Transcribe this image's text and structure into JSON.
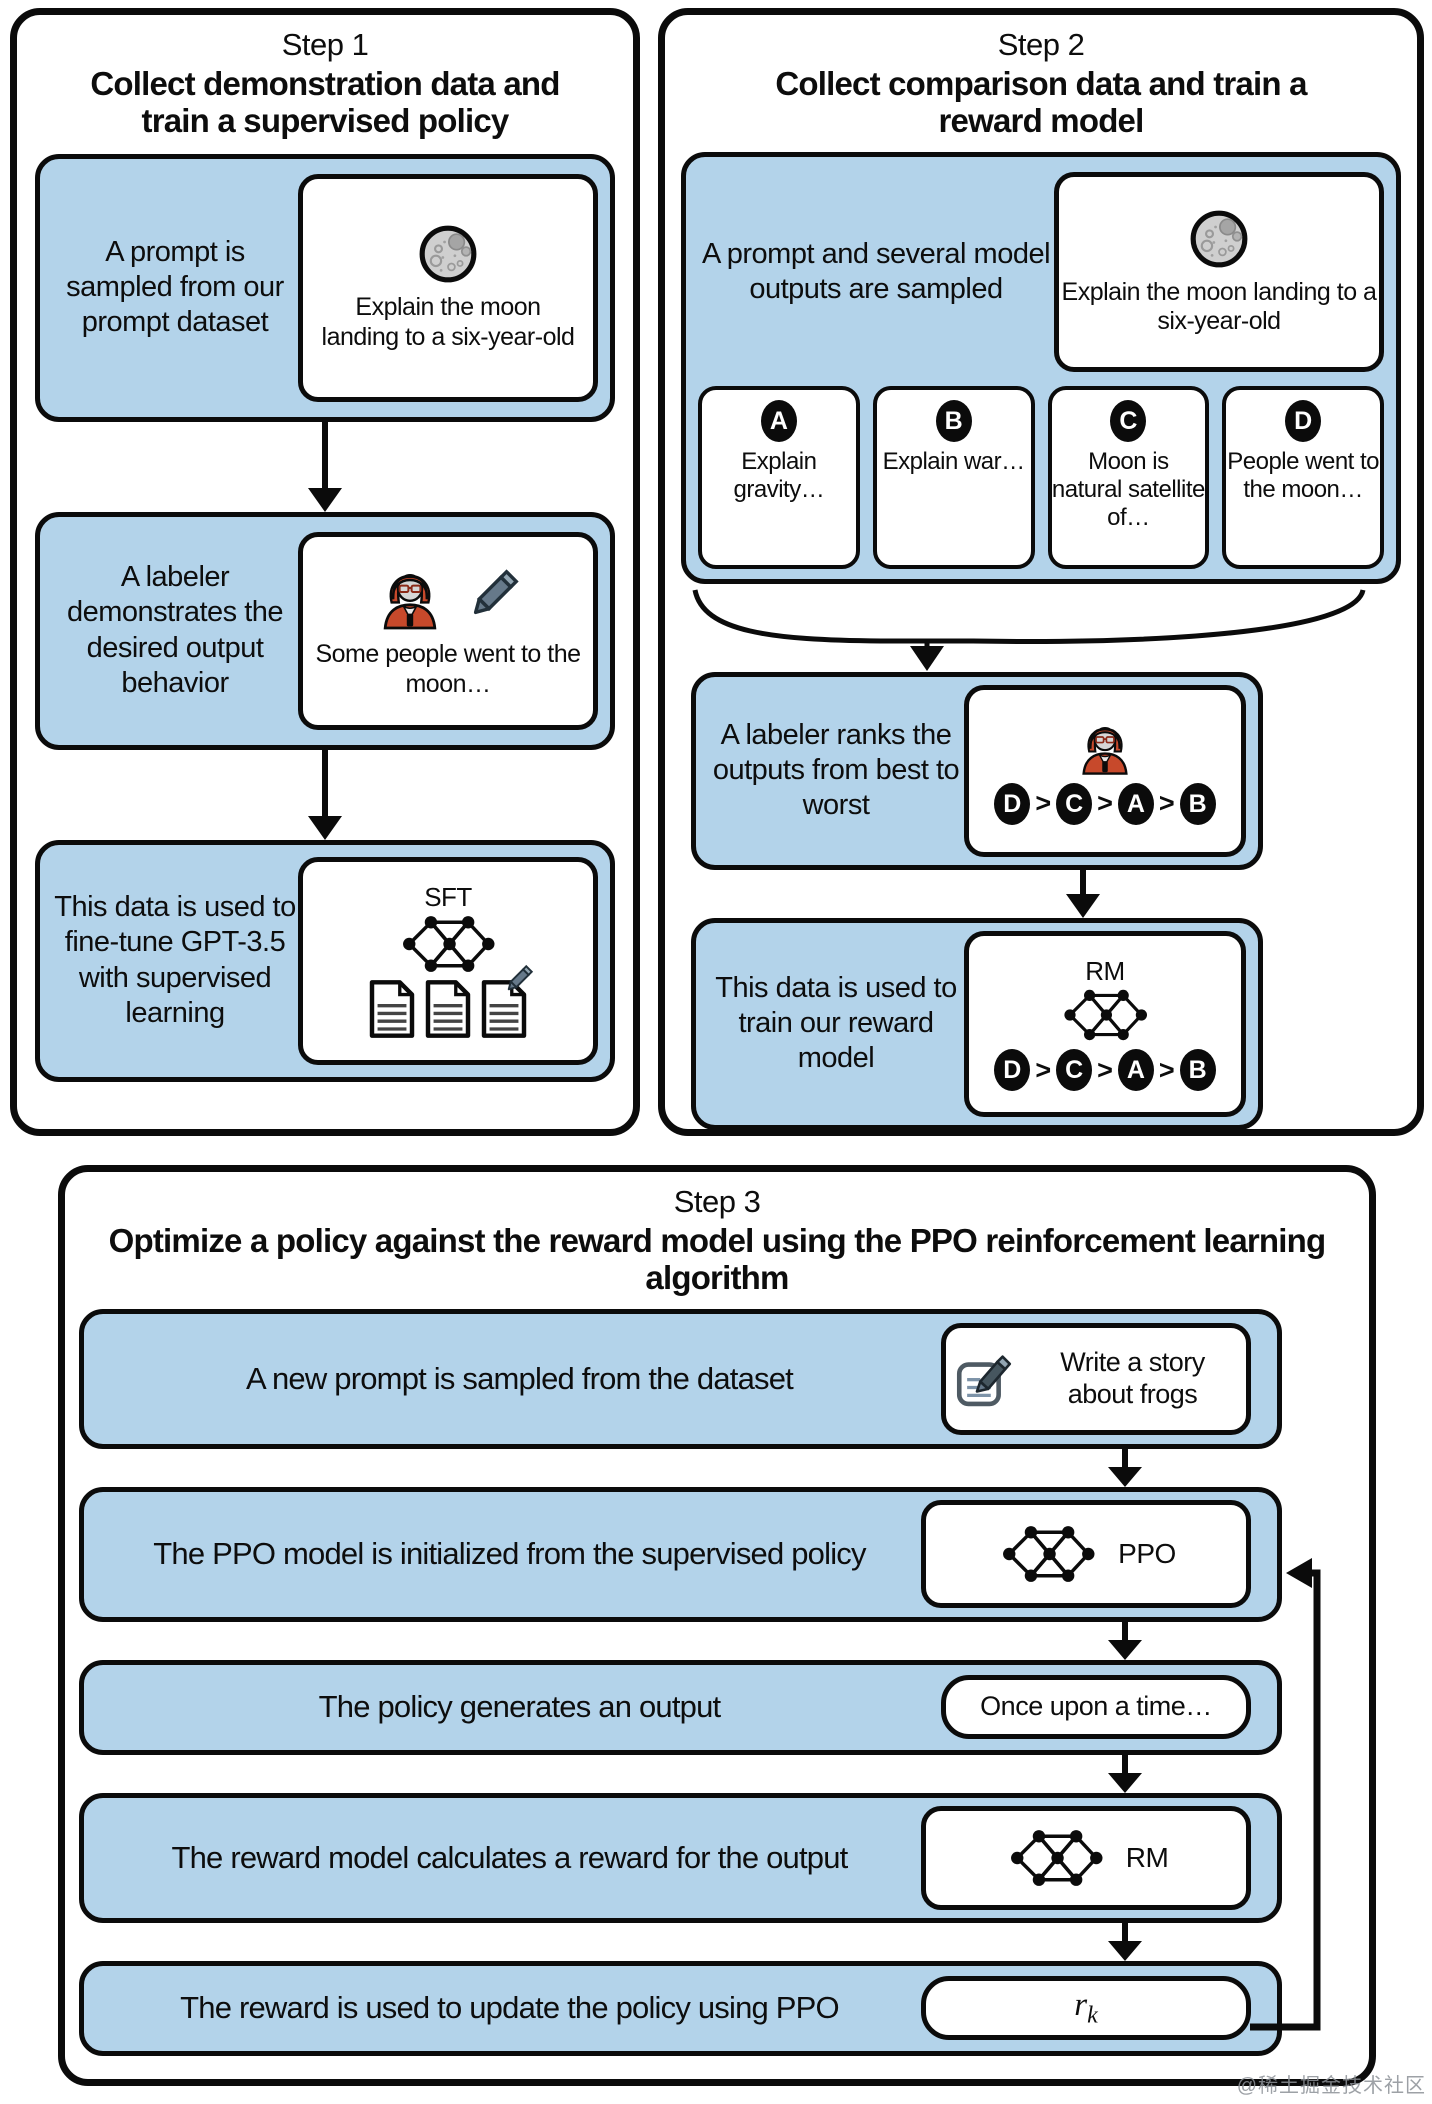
{
  "colors": {
    "box_blue": "#b3d3ea",
    "outline_black": "#0b0b0b",
    "labeler_red": "#c7492b",
    "pencil_slate": "#66798a",
    "notepad_slate": "#46565f",
    "moon_gray": "#cfcfcf"
  },
  "step1": {
    "label": "Step 1",
    "title": "Collect demonstration data and train a supervised policy",
    "box1": {
      "text": "A prompt is sampled from our prompt dataset",
      "card_text": "Explain the moon landing to a six-year-old"
    },
    "box2": {
      "text": "A labeler demonstrates the desired output behavior",
      "card_text": "Some people went to the moon…"
    },
    "box3": {
      "text": "This data is used to fine-tune GPT-3.5 with supervised learning",
      "card_label": "SFT"
    }
  },
  "step2": {
    "label": "Step 2",
    "title": "Collect comparison data and train a reward model",
    "box1": {
      "text": "A prompt and several model outputs are sampled",
      "card_text": "Explain the moon landing to a six-year-old"
    },
    "outputs": [
      {
        "label": "A",
        "text": "Explain gravity…"
      },
      {
        "label": "B",
        "text": "Explain war…"
      },
      {
        "label": "C",
        "text": "Moon is natural satellite of…"
      },
      {
        "label": "D",
        "text": "People went to the moon…"
      }
    ],
    "box2": {
      "text": "A labeler ranks the outputs from best to worst"
    },
    "box3": {
      "text": "This data is used to train our reward model",
      "card_label": "RM"
    },
    "ranking": [
      "D",
      "C",
      "A",
      "B"
    ],
    "rank_sep": ">"
  },
  "step3": {
    "label": "Step 3",
    "title": "Optimize a policy against the reward model using the PPO reinforcement learning algorithm",
    "rows": [
      {
        "text": "A new prompt is sampled from the dataset",
        "card_text": "Write a story about frogs"
      },
      {
        "text": "The PPO model is initialized from the supervised policy",
        "card_label": "PPO"
      },
      {
        "text": "The policy generates an output",
        "card_text": "Once upon a time…"
      },
      {
        "text": "The reward model calculates a reward for the output",
        "card_label": "RM"
      },
      {
        "text": "The reward is used to update the policy using PPO",
        "reward_base": "r",
        "reward_sub": "k"
      }
    ]
  },
  "watermark": "@稀土掘金技术社区"
}
